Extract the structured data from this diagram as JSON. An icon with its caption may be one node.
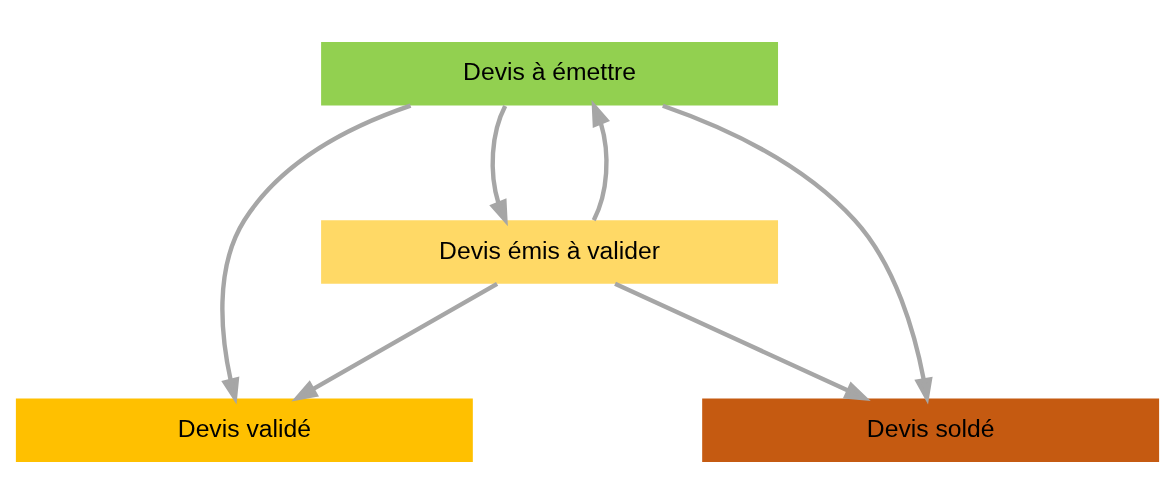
{
  "diagram": {
    "nodes": [
      {
        "text": [
          "Devis à émettre"
        ]
      },
      {
        "text": [
          "Devis émis à valider"
        ]
      },
      {
        "text": [
          "Devis validé"
        ]
      },
      {
        "text": [
          "Devis soldé"
        ]
      }
    ],
    "edges": [
      {
        "from": 0,
        "to": 1,
        "arrow": "to"
      },
      {
        "from": 0,
        "to": 2,
        "arrow": "to"
      },
      {
        "from": 1,
        "to": 2,
        "arrow": "to"
      },
      {
        "from": 1,
        "to": 3,
        "arrow": "to"
      },
      {
        "from": 0,
        "to": 3,
        "arrow": "to"
      },
      {
        "from": 1,
        "to": 0,
        "arrow": "to"
      }
    ]
  }
}
